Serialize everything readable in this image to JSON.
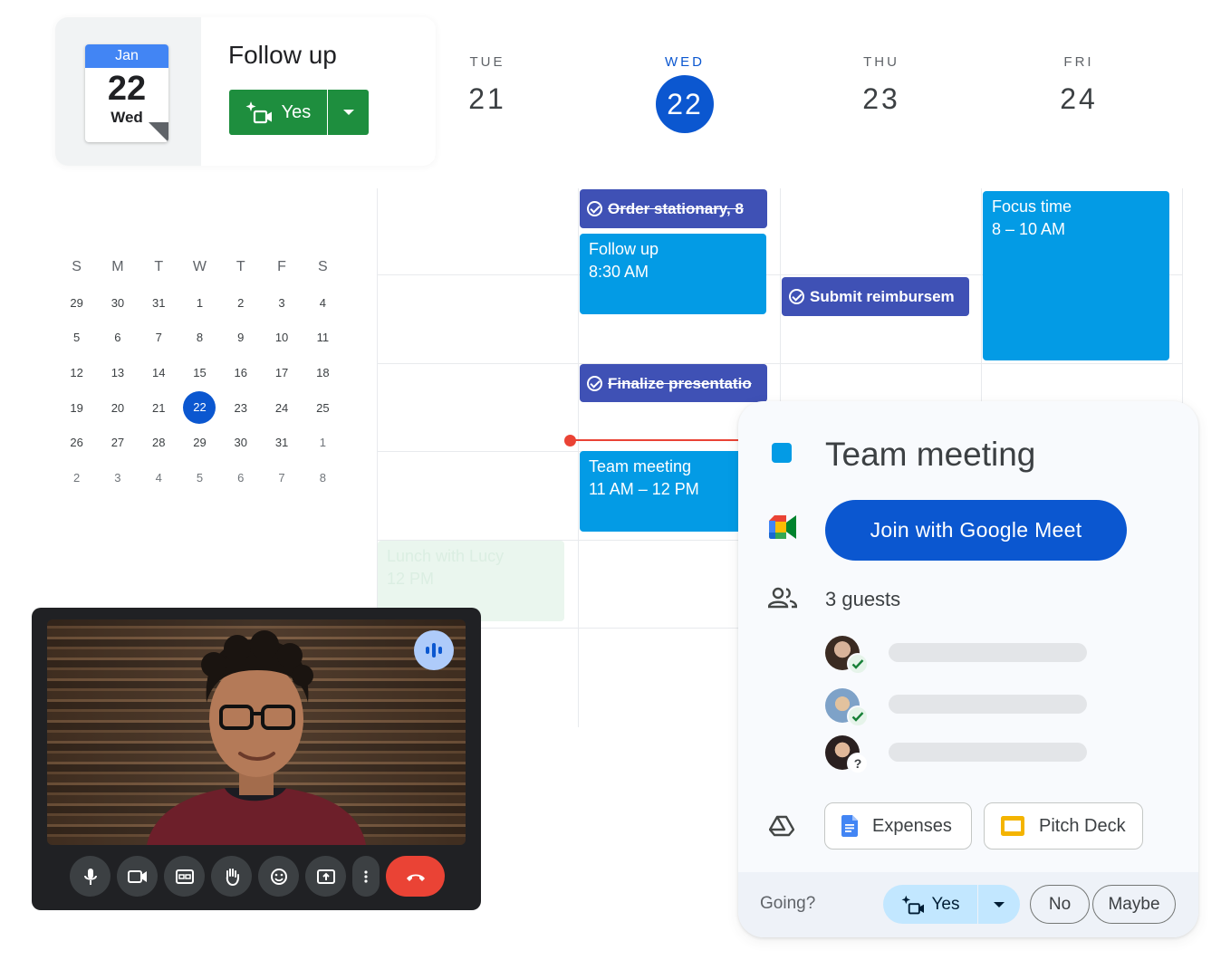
{
  "followup_card": {
    "calendar_icon": {
      "month": "Jan",
      "day": "22",
      "weekday": "Wed"
    },
    "title": "Follow up",
    "rsvp_label": "Yes"
  },
  "day_headers": [
    {
      "name": "TUE",
      "num": "21"
    },
    {
      "name": "WED",
      "num": "22"
    },
    {
      "name": "THU",
      "num": "23"
    },
    {
      "name": "FRI",
      "num": "24"
    }
  ],
  "mini_calendar": {
    "weekdays": [
      "S",
      "M",
      "T",
      "W",
      "T",
      "F",
      "S"
    ],
    "weeks": [
      [
        "29",
        "30",
        "31",
        "1",
        "2",
        "3",
        "4"
      ],
      [
        "5",
        "6",
        "7",
        "8",
        "9",
        "10",
        "11"
      ],
      [
        "12",
        "13",
        "14",
        "15",
        "16",
        "17",
        "18"
      ],
      [
        "19",
        "20",
        "21",
        "22",
        "23",
        "24",
        "25"
      ],
      [
        "26",
        "27",
        "28",
        "29",
        "30",
        "31",
        "1"
      ],
      [
        "2",
        "3",
        "4",
        "5",
        "6",
        "7",
        "8"
      ]
    ],
    "selected": "22"
  },
  "events": {
    "order_stationary": "Order stationary, 8",
    "follow_up_title": "Follow up",
    "follow_up_time": "8:30 AM",
    "submit_reimbursement": "Submit reimbursem",
    "focus_title": "Focus time",
    "focus_time": "8 – 10 AM",
    "finalize_presentation": "Finalize presentatio",
    "team_title": "Team meeting",
    "team_time": "11 AM – 12 PM",
    "lunch_title": "Lunch with Lucy",
    "lunch_time": "12 PM"
  },
  "event_detail": {
    "color": "#039be5",
    "title": "Team meeting",
    "join_label": "Join with Google Meet",
    "guests_label": "3 guests",
    "attachments": [
      {
        "icon": "google-docs-icon",
        "label": "Expenses"
      },
      {
        "icon": "google-slides-icon",
        "label": "Pitch Deck"
      }
    ],
    "going_label": "Going?",
    "rsvp": {
      "yes": "Yes",
      "no": "No",
      "maybe": "Maybe"
    }
  },
  "colors": {
    "accent": "#0b57d0",
    "event_blue": "#039be5",
    "task_indigo": "#3f51b5",
    "rsvp_green": "#1e8e3e",
    "end_call_red": "#ea4335"
  }
}
